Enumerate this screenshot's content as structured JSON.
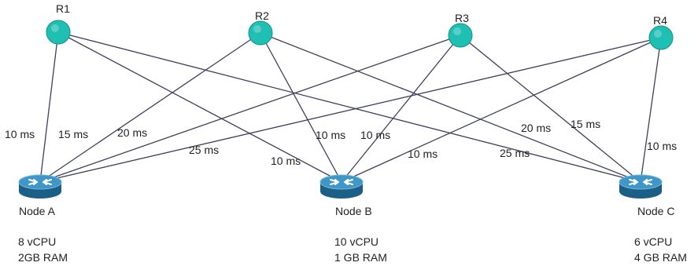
{
  "requesters": [
    {
      "id": "R1",
      "label": "R1"
    },
    {
      "id": "R2",
      "label": "R2"
    },
    {
      "id": "R3",
      "label": "R3"
    },
    {
      "id": "R4",
      "label": "R4"
    }
  ],
  "nodes": [
    {
      "id": "A",
      "label": "Node A",
      "cpu": "8 vCPU",
      "ram": "2GB RAM"
    },
    {
      "id": "B",
      "label": "Node B",
      "cpu": "10 vCPU",
      "ram": "1 GB RAM"
    },
    {
      "id": "C",
      "label": "Node C",
      "cpu": "6 vCPU",
      "ram": "4 GB RAM"
    }
  ],
  "links": [
    {
      "from": "R1",
      "to": "A",
      "latency": "10 ms"
    },
    {
      "from": "R2",
      "to": "A",
      "latency": "15 ms"
    },
    {
      "from": "R3",
      "to": "A",
      "latency": "20 ms"
    },
    {
      "from": "R4",
      "to": "A",
      "latency": "25 ms"
    },
    {
      "from": "R1",
      "to": "B",
      "latency": "10 ms"
    },
    {
      "from": "R2",
      "to": "B",
      "latency": "10 ms"
    },
    {
      "from": "R3",
      "to": "B",
      "latency": "10 ms"
    },
    {
      "from": "R4",
      "to": "B",
      "latency": "10 ms"
    },
    {
      "from": "R1",
      "to": "C",
      "latency": "25 ms"
    },
    {
      "from": "R2",
      "to": "C",
      "latency": "20 ms"
    },
    {
      "from": "R3",
      "to": "C",
      "latency": "15 ms"
    },
    {
      "from": "R4",
      "to": "C",
      "latency": "10 ms"
    }
  ],
  "colors": {
    "requester": "#1fbfb4",
    "requester_dark": "#129089",
    "router_top": "#3f97c8",
    "router_side": "#1c5f86",
    "line": "#3f3f5e"
  }
}
